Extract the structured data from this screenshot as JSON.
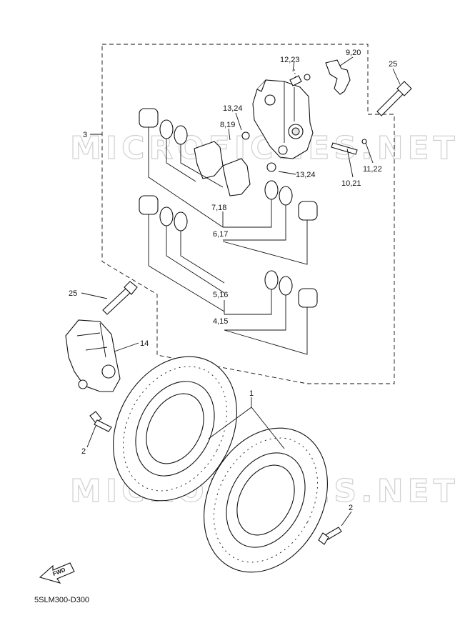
{
  "diagram": {
    "code": "5SLM300-D300",
    "fwd": "FWD",
    "watermark": "MICROFICHES.NET",
    "callouts": {
      "c_9_20": "9,20",
      "c_12_23": "12,23",
      "c_25a": "25",
      "c_3": "3",
      "c_13_24a": "13,24",
      "c_8_19": "8,19",
      "c_11_22": "11,22",
      "c_13_24b": "13,24",
      "c_10_21": "10,21",
      "c_7_18": "7,18",
      "c_6_17": "6,17",
      "c_25b": "25",
      "c_5_16": "5,16",
      "c_4_15": "4,15",
      "c_14": "14",
      "c_1": "1",
      "c_2a": "2",
      "c_2b": "2"
    }
  }
}
